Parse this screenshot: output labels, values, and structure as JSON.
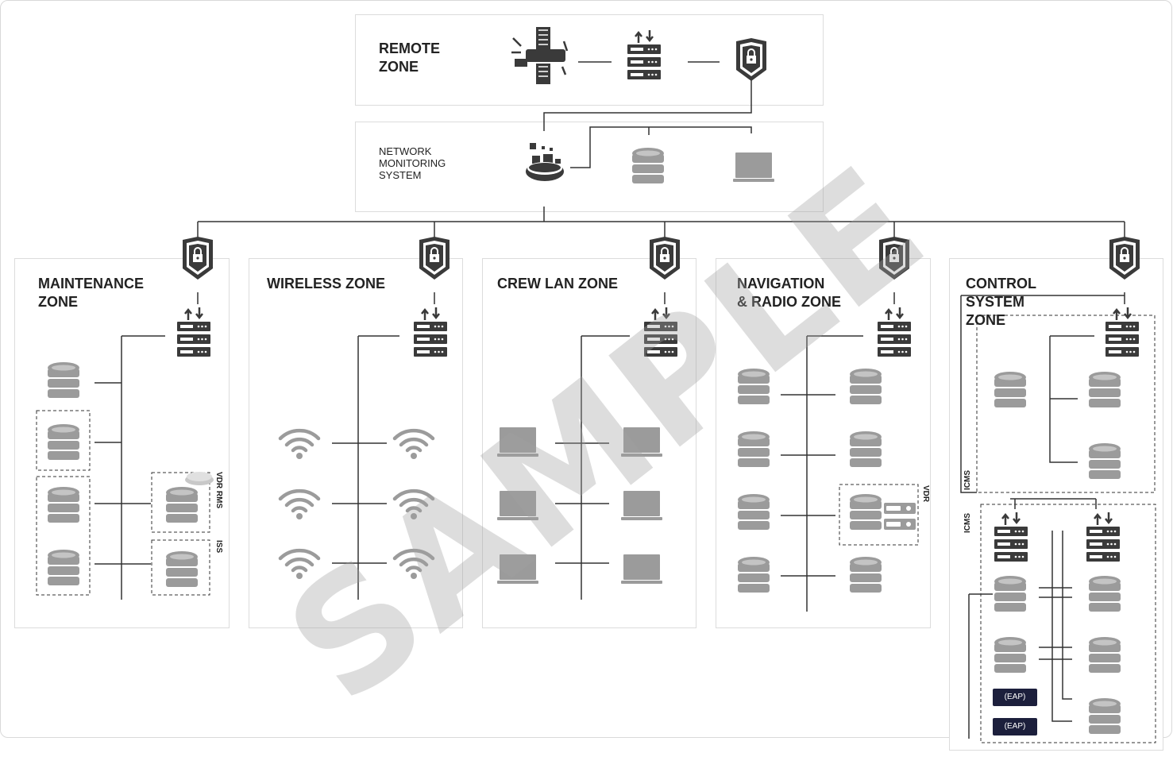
{
  "zones": {
    "remote": "REMOTE\nZONE",
    "nms": "NETWORK\nMONITORING\nSYSTEM",
    "maintenance": "MAINTENANCE\nZONE",
    "wireless": "WIRELESS ZONE",
    "crew": "CREW LAN ZONE",
    "navigation": "NAVIGATION\n& RADIO ZONE",
    "control": "CONTROL\nSYSTEM\nZONE"
  },
  "labels": {
    "vdr_rms": "VDR RMS",
    "iss": "ISS",
    "vdr": "VDR",
    "icms_1": "ICMS",
    "icms_2": "ICMS",
    "eap_1": "(EAP)",
    "eap_2": "(EAP)"
  },
  "watermark": "SAMPLE",
  "colors": {
    "icon_gray": "#9b9b9b",
    "icon_dark": "#3a3a3a",
    "eap_bg": "#1c1f3c"
  },
  "icons": [
    "satellite-icon",
    "firewall-server-icon",
    "lock-shield-icon",
    "database-icon",
    "laptop-icon",
    "wifi-icon",
    "router-icon",
    "monitoring-hub-icon"
  ]
}
